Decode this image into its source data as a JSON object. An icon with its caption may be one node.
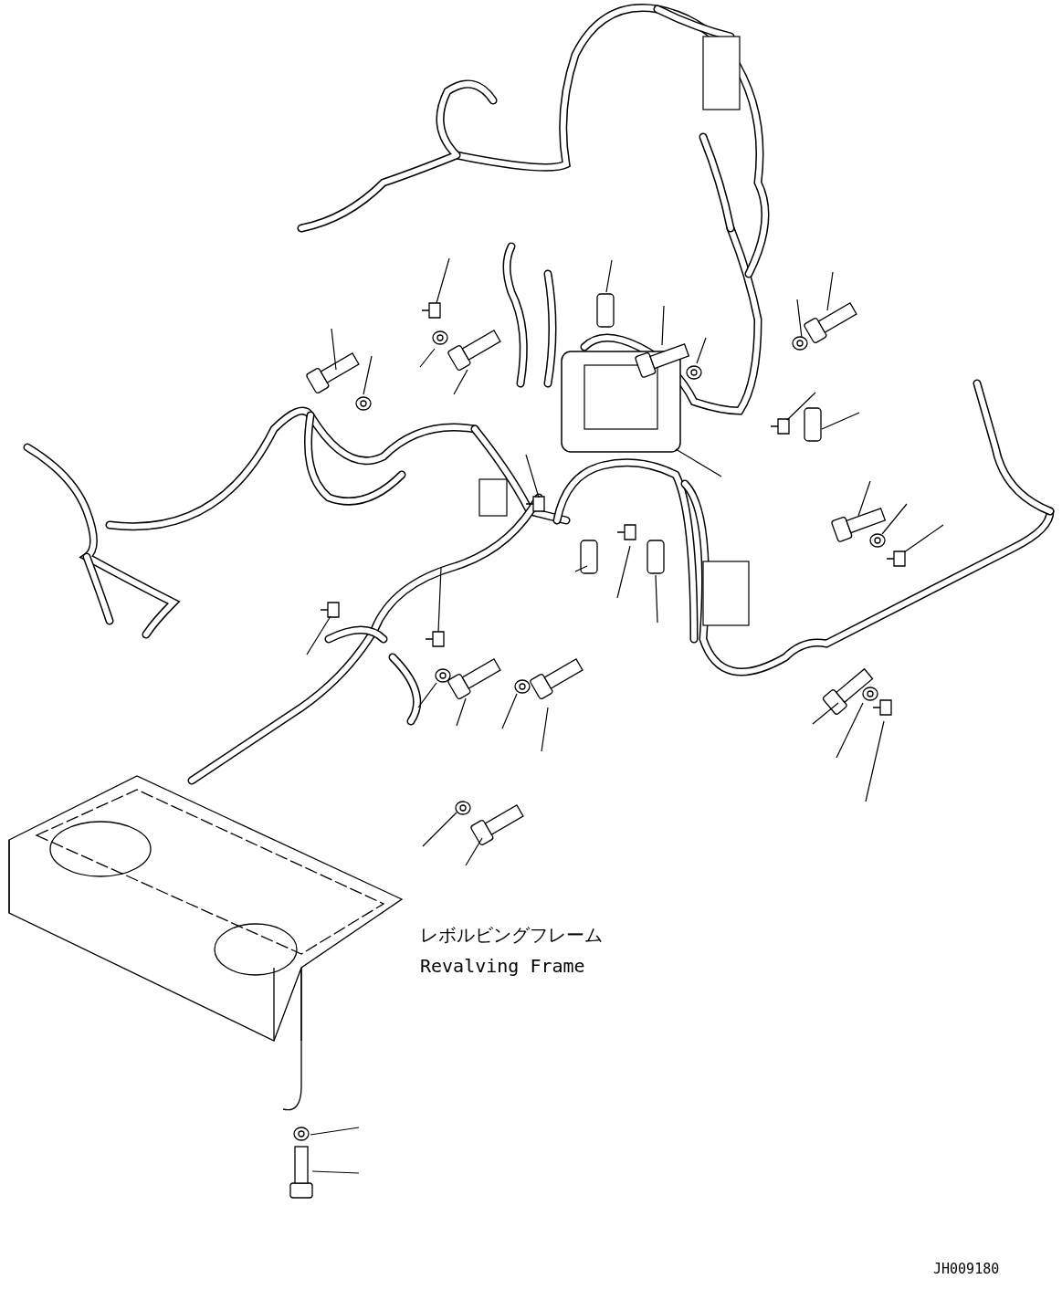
{
  "diagram": {
    "labels": [
      "レボルビングフレーム",
      "Revalving Frame",
      "JH009180"
    ]
  }
}
